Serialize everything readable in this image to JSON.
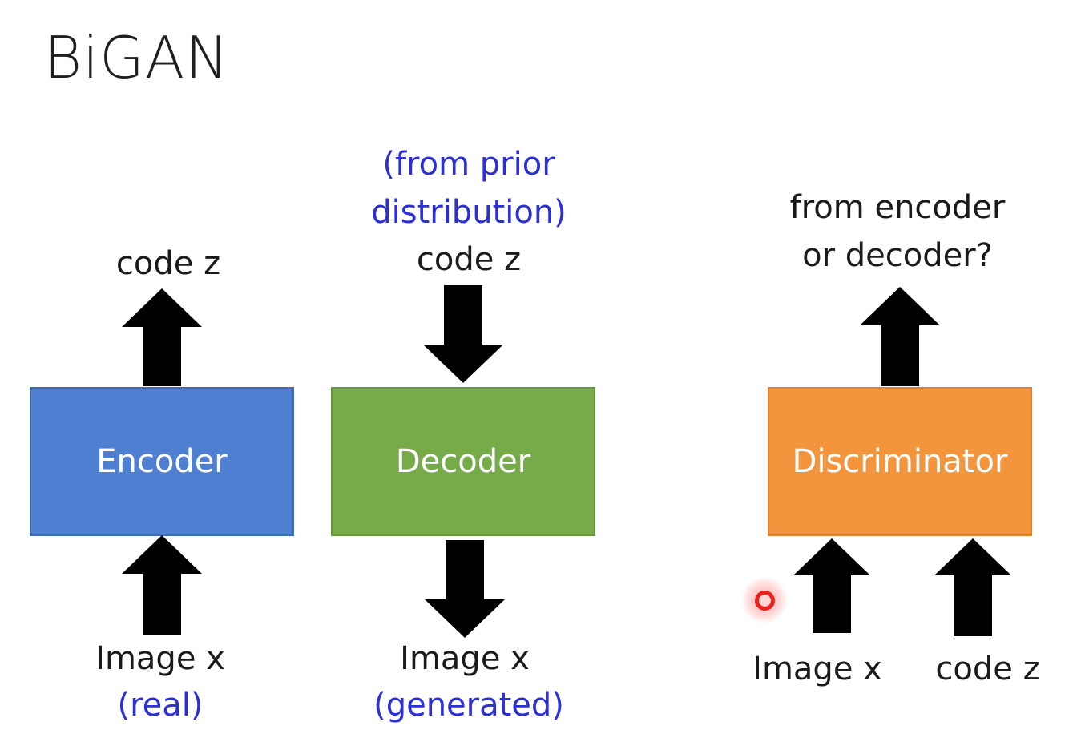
{
  "title": "BiGAN",
  "encoder": {
    "box_label": "Encoder",
    "output_label": "code z",
    "input_label": "Image x",
    "input_note": "(real)"
  },
  "decoder": {
    "box_label": "Decoder",
    "input_note_line1": "(from prior",
    "input_note_line2": "distribution)",
    "input_label": "code z",
    "output_label": "Image x",
    "output_note": "(generated)"
  },
  "discriminator": {
    "box_label": "Discriminator",
    "output_line1": "from encoder",
    "output_line2": "or decoder?",
    "input_image_label": "Image x",
    "input_code_label": "code z"
  },
  "colors": {
    "encoder": "#4e7fd0",
    "decoder": "#77ab4a",
    "discriminator": "#f2953c",
    "note_text": "#2b2fd6",
    "cursor": "#e8231d"
  }
}
